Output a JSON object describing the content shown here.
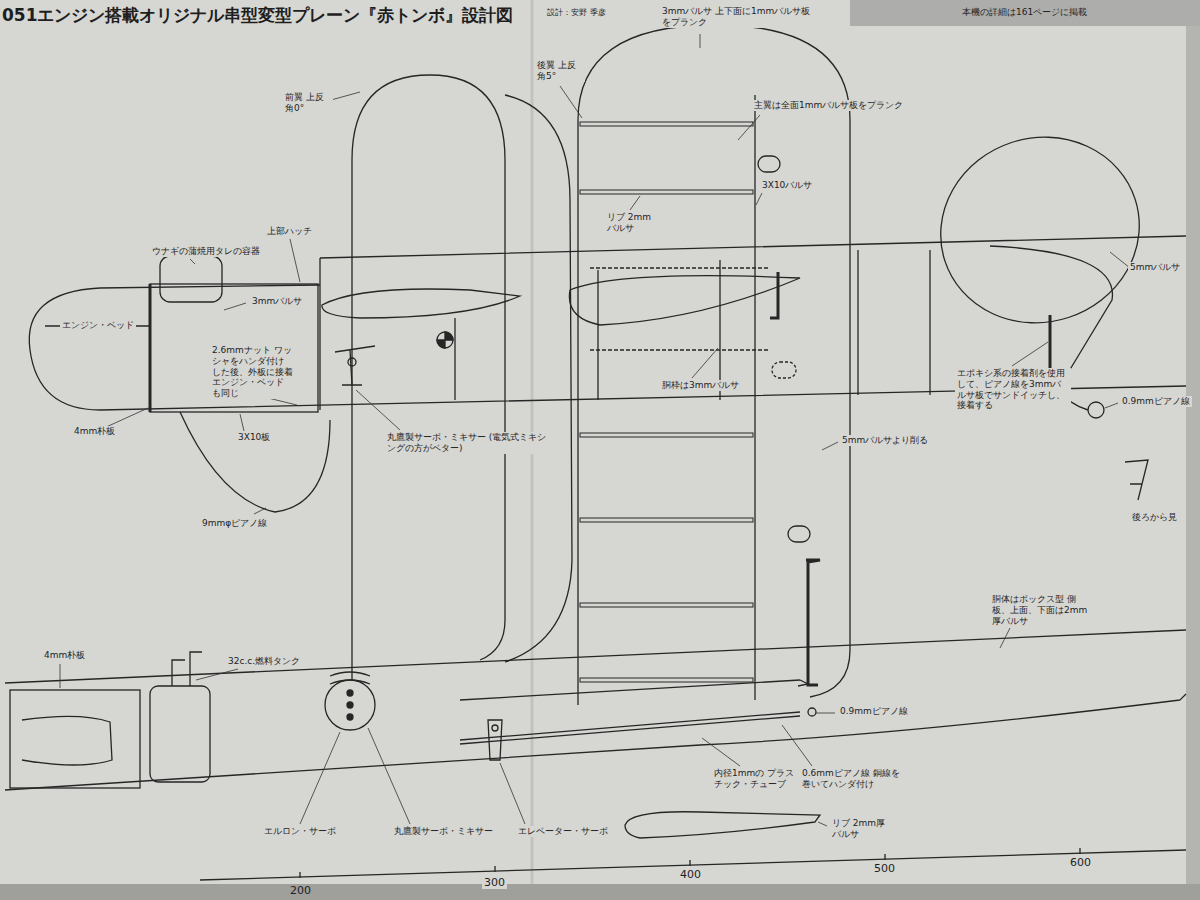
{
  "diagram": {
    "title": "051エンジン搭載オリジナル串型変型プレーン『赤トンボ』設計図",
    "labels": [
      "前翼 上反角0°",
      "後翼 上反角5°",
      "3mmバルサ 上下面に1mmバルサ板をプランク",
      "主翼は全面1mmバルサ板をプランク",
      "3X10バルサ",
      "リブ 2mmバルサ",
      "上部ハッチ",
      "ウナギの蒲焼用タレの容器",
      "3mmバルサ",
      "エンジン・ベッド",
      "2.6mmナット ワッシャをハンダ付け した後、外板に接着 エンジン・ベッド も同じ",
      "4mm朴板",
      "3X10板",
      "丸鷹製サーボ・ミキサー (電気式ミキシングの方がベター)",
      "胴枠は3mmバルサ",
      "5mmバルサより削る",
      "5mmバルサ",
      "エポキシ系の接着剤を使用して、ピアノ線を3mmバルサ板でサンドイッチし、接着する",
      "0.9mmピアノ線",
      "後ろから見",
      "9mmφピアノ線",
      "胴体はボックス型 側板、上面、下面は2mm厚バルサ",
      "4mm朴板",
      "32c.c.燃料タンク",
      "0.9mmピアノ線",
      "内径1mmの プラスチック・チューブ",
      "0.6mmピアノ線 銅線を巻いてハンダ付け",
      "エルロン・サーボ",
      "丸鷹製サーボ・ミキサー",
      "エレベーター・サーボ",
      "リブ 2mm厚バルサ",
      "200",
      "300",
      "400",
      "500",
      "600",
      "設計：安野 季彦",
      "本機の詳細は161ページに掲載"
    ]
  }
}
